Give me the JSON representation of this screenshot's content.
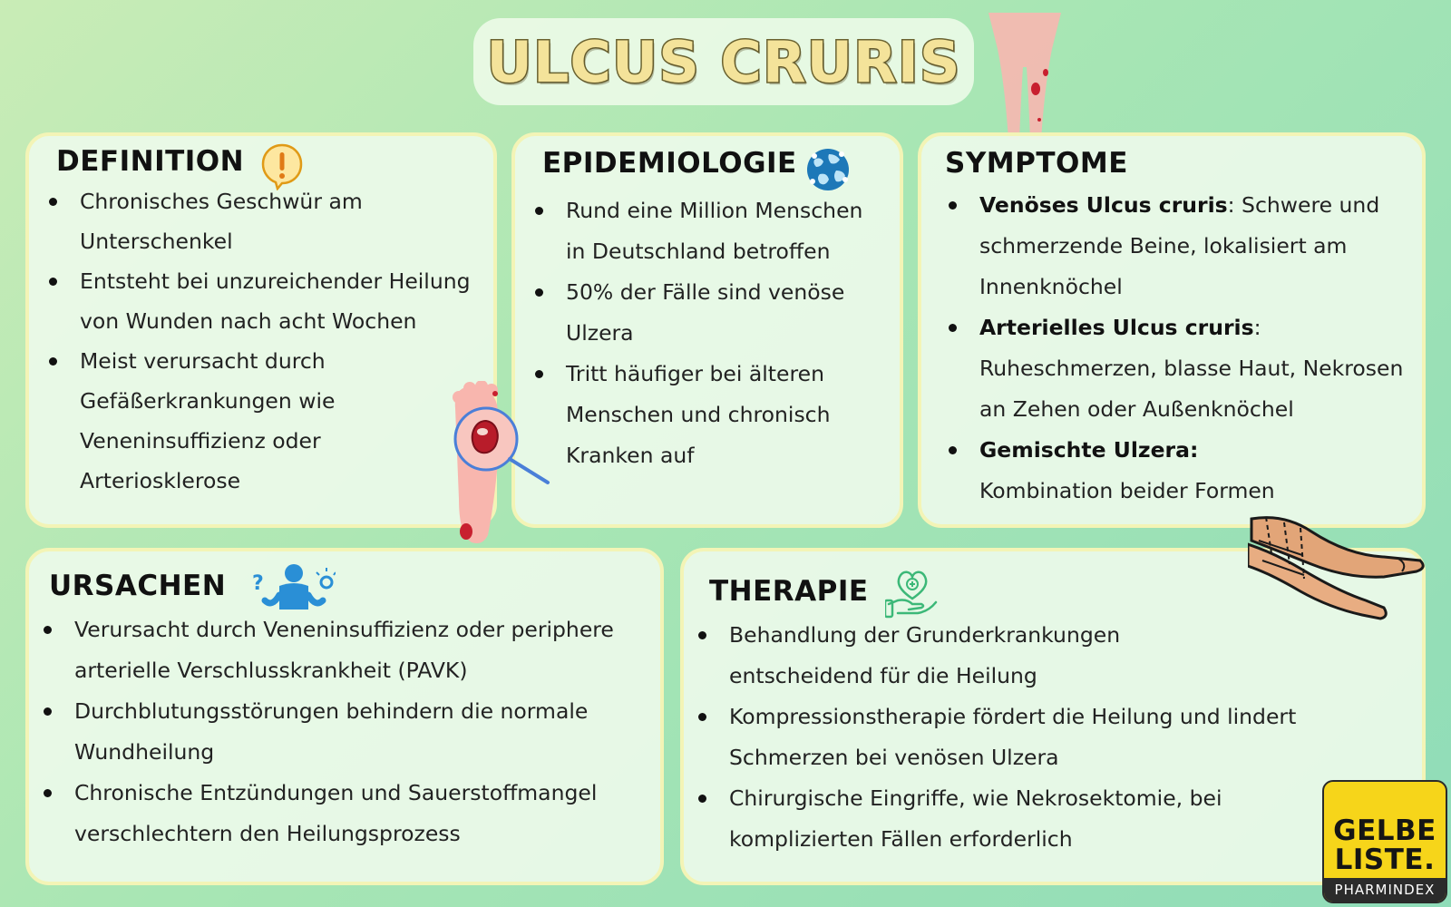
{
  "title": "ULCUS CRURIS",
  "definition": {
    "heading": "DEFINITION",
    "items": [
      "Chronisches Geschwür am Unterschenkel",
      "Entsteht bei unzureichender Heilung von Wunden nach acht Wochen",
      "Meist verursacht durch Gefäßerkrankungen wie Veneninsuffizienz oder Arteriosklerose"
    ]
  },
  "epidemiologie": {
    "heading": "EPIDEMIOLOGIE",
    "items": [
      "Rund eine Million Menschen in Deutschland betroffen",
      "50% der Fälle sind venöse Ulzera",
      "Tritt häufiger bei älteren Menschen und chronisch Kranken auf"
    ]
  },
  "symptome": {
    "heading": "SYMPTOME",
    "items": [
      {
        "bold": "Venöses Ulcus cruris",
        "text": ": Schwere und schmerzende Beine, lokalisiert am Innenknöchel"
      },
      {
        "bold": "Arterielles Ulcus cruris",
        "text": ": Ruheschmerzen, blasse Haut, Nekrosen an Zehen oder Außenknöchel"
      },
      {
        "bold": "Gemischte Ulzera:",
        "text": " Kombination beider Formen"
      }
    ]
  },
  "ursachen": {
    "heading": "URSACHEN",
    "items": [
      "Verursacht durch Veneninsuffizienz oder periphere arterielle Verschlusskrankheit (PAVK)",
      "Durchblutungsstörungen behindern die normale Wundheilung",
      "Chronische Entzündungen und Sauerstoffmangel verschlechtern den Heilungsprozess"
    ]
  },
  "therapie": {
    "heading": "THERAPIE",
    "items": [
      "Behandlung der Grunderkrankungen entscheidend für die Heilung",
      "Kompressionstherapie fördert die Heilung und lindert Schmerzen bei venösen Ulzera",
      "Chirurgische Eingriffe, wie Nekrosektomie, bei komplizierten Fällen erforderlich"
    ]
  },
  "logo": {
    "line1": "GELBE",
    "line2": "LISTE.",
    "sub": "PHARMINDEX"
  },
  "colors": {
    "background": "#a8e6b4",
    "card": "#ecfaea",
    "card_border": "#f3f4b6",
    "title_fill": "#f4e39a",
    "icon_blue": "#2a8fd6",
    "logo_yellow": "#f6d51a"
  },
  "icons": [
    "exclamation-icon",
    "globe-icon",
    "thinking-person-icon",
    "heart-hand-icon",
    "foot-ulcer-illustration",
    "legs-illustration",
    "compression-stocking-illustration"
  ]
}
